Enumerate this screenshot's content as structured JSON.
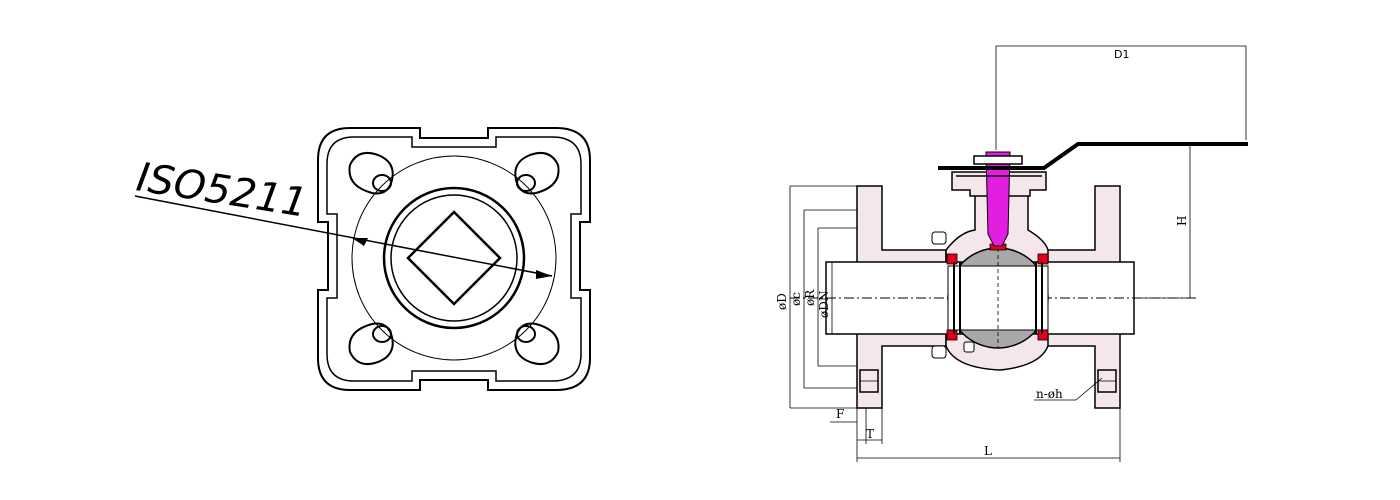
{
  "flange_view": {
    "standard_label": "ISO5211"
  },
  "valve_view": {
    "dimensions": {
      "d1": "D1",
      "h": "H",
      "od": "øD",
      "oc": "øc",
      "or": "øR",
      "odn": "øDN",
      "f": "F",
      "t": "T",
      "l": "L",
      "holes": "n-øh"
    },
    "colors": {
      "body": "#f5e6ec",
      "stem": "#e21fe0",
      "seat": "#e3001b",
      "ball": "#a8a8a8",
      "line": "#000000"
    }
  }
}
